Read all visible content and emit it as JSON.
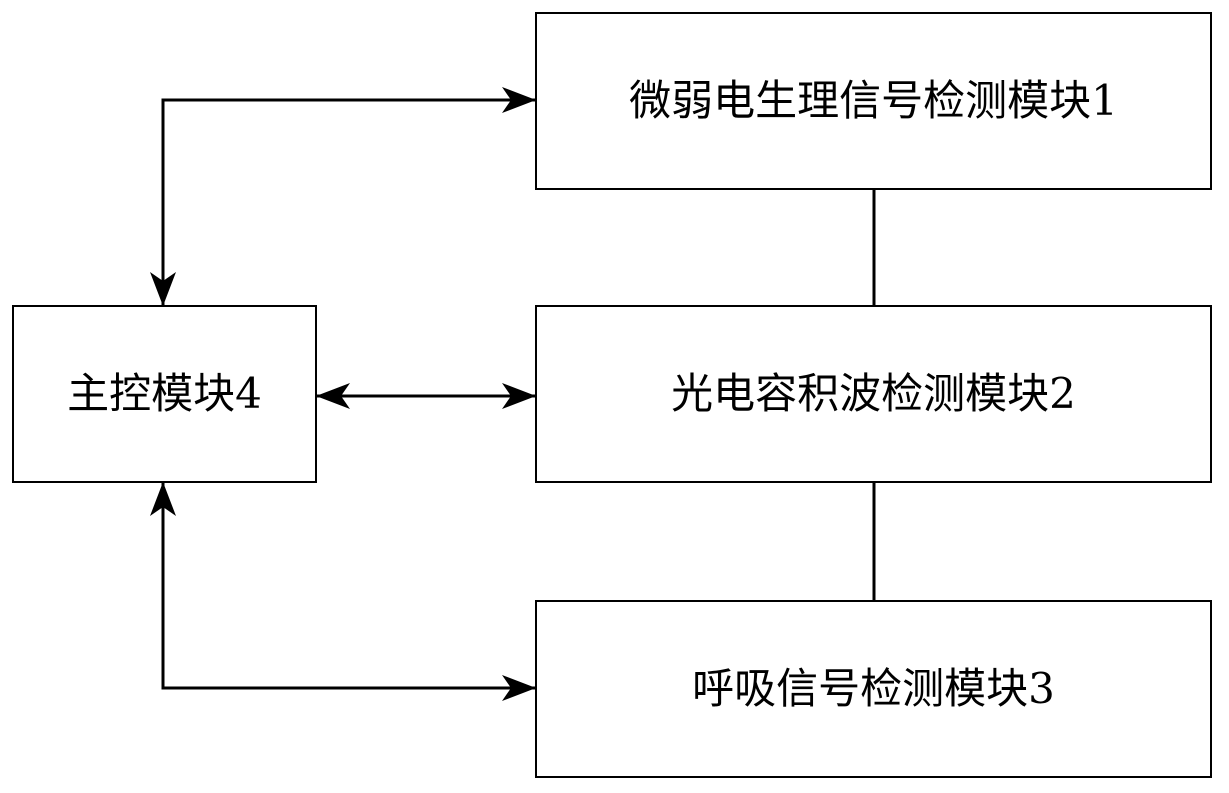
{
  "boxes": {
    "module1": "微弱电生理信号检测模块1",
    "module2": "光电容积波检测模块2",
    "module3": "呼吸信号检测模块3",
    "module4": "主控模块4"
  }
}
